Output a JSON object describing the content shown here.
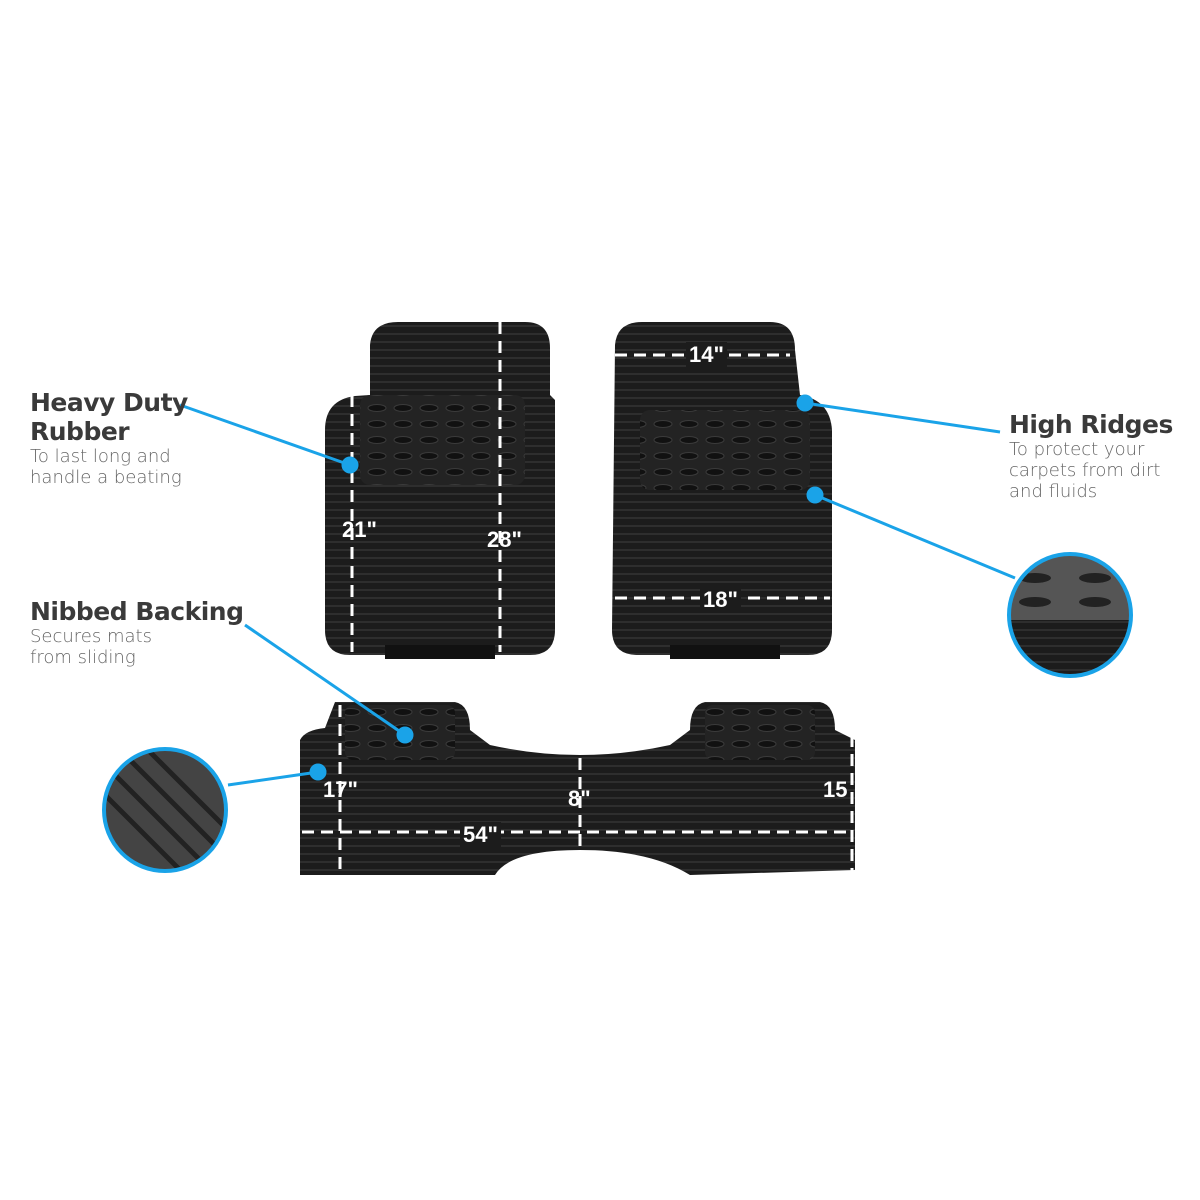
{
  "callouts": {
    "heavy_duty": {
      "title_line1": "Heavy Duty",
      "title_line2": "Rubber",
      "desc_line1": "To last long and",
      "desc_line2": "handle a beating"
    },
    "nibbed": {
      "title": "Nibbed Backing",
      "desc_line1": "Secures mats",
      "desc_line2": "from sliding"
    },
    "high_ridges": {
      "title": "High Ridges",
      "desc_line1": "To protect your",
      "desc_line2": "carpets from dirt",
      "desc_line3": "and fluids"
    }
  },
  "dimensions": {
    "front_left_width": "21\"",
    "front_left_length": "28\"",
    "front_right_top": "14\"",
    "front_right_bottom": "18\"",
    "rear_side": "17\"",
    "rear_center": "8\"",
    "rear_width": "54\"",
    "rear_right": "15"
  },
  "colors": {
    "accent": "#1aa3e8",
    "mat": "#1c1c1c",
    "text": "#3a3a3a"
  }
}
